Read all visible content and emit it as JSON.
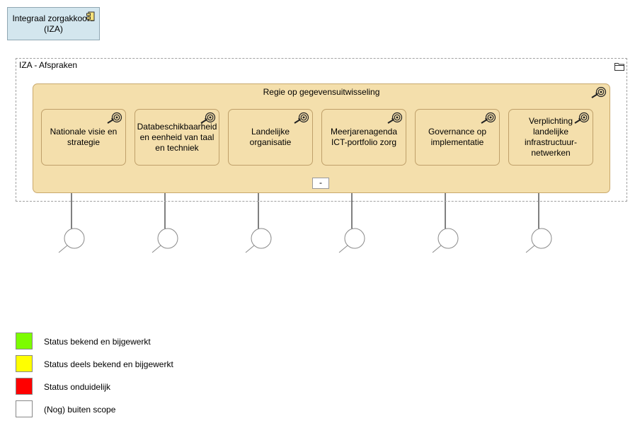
{
  "iza": {
    "title": "Integraal zorgakkoord (IZA)",
    "icon": "component-icon"
  },
  "group": {
    "label": "IZA - Afspraken",
    "icon": "folder-icon"
  },
  "goal": {
    "label": "Regie op gegevensuitwisseling",
    "icon": "goal-icon"
  },
  "collapse_label": "-",
  "cards": [
    {
      "label": "Nationale visie en strategie"
    },
    {
      "label": "Databeschikbaarheid en eenheid van taal en techniek"
    },
    {
      "label": "Landelijke organisatie"
    },
    {
      "label": "Meerjarenagenda ICT-portfolio zorg"
    },
    {
      "label": "Governance op implementatie"
    },
    {
      "label": "Verplichting landelijke infrastructuur-netwerken"
    }
  ],
  "legend": [
    {
      "label": "Status bekend en bijgewerkt",
      "color": "#7cfc00"
    },
    {
      "label": "Status deels bekend en bijgewerkt",
      "color": "#ffff00"
    },
    {
      "label": "Status onduidelijk",
      "color": "#ff0000"
    },
    {
      "label": "(Nog) buiten scope",
      "color": "#ffffff"
    }
  ]
}
